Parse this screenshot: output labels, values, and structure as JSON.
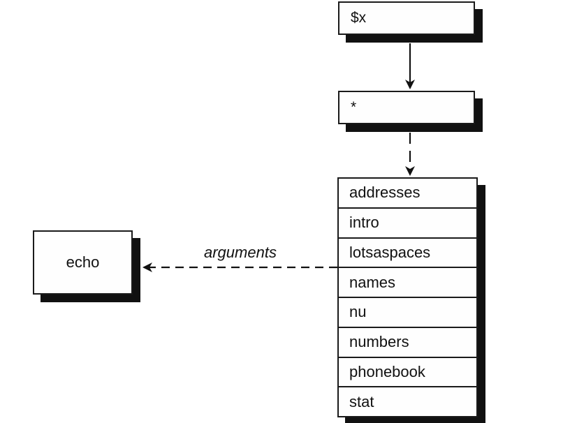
{
  "nodes": {
    "variable": "$x",
    "glob": "*",
    "command": "echo"
  },
  "files": [
    "addresses",
    "intro",
    "lotsaspaces",
    "names",
    "nu",
    "numbers",
    "phonebook",
    "stat"
  ],
  "edges": {
    "files_to_command_label": "arguments"
  }
}
